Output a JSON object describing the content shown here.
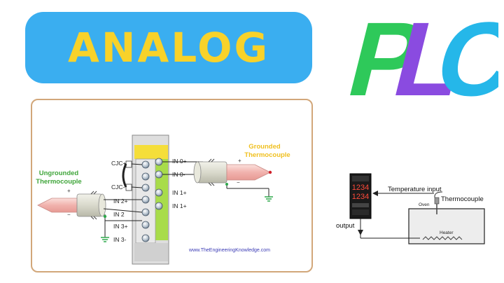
{
  "banner": {
    "title": "ANALOG"
  },
  "logo": {
    "text": "PLC",
    "colors": [
      "#2ec95a",
      "#8a4be0",
      "#25b7e9"
    ]
  },
  "wiring_diagram": {
    "ungrounded_label_line1": "Ungrounded",
    "ungrounded_label_line2": "Thermocouple",
    "grounded_label_line1": "Grounded",
    "grounded_label_line2": "Thermocouple",
    "left_terminals": [
      "CJC+",
      "CJC-",
      "IN 2+",
      "IN 2",
      "IN 3+",
      "IN 3-"
    ],
    "right_terminals": [
      "IN 0+",
      "IN 0-",
      "IN 1+",
      "IN 1+"
    ],
    "plus": "+",
    "minus": "−",
    "watermark": "www.TheEngineeringKnowledge.com",
    "colors": {
      "green_label": "#3fa53a",
      "yellow_label": "#f0c020",
      "module_yellow": "#f5de3a",
      "module_green": "#a8dc4a"
    }
  },
  "control_loop": {
    "temperature_input": "Temperature input",
    "thermocouple": "Thermocouple",
    "oven": "Oven",
    "heater": "Heater",
    "output": "output",
    "display_pv": "1234",
    "display_sv": "1234"
  }
}
